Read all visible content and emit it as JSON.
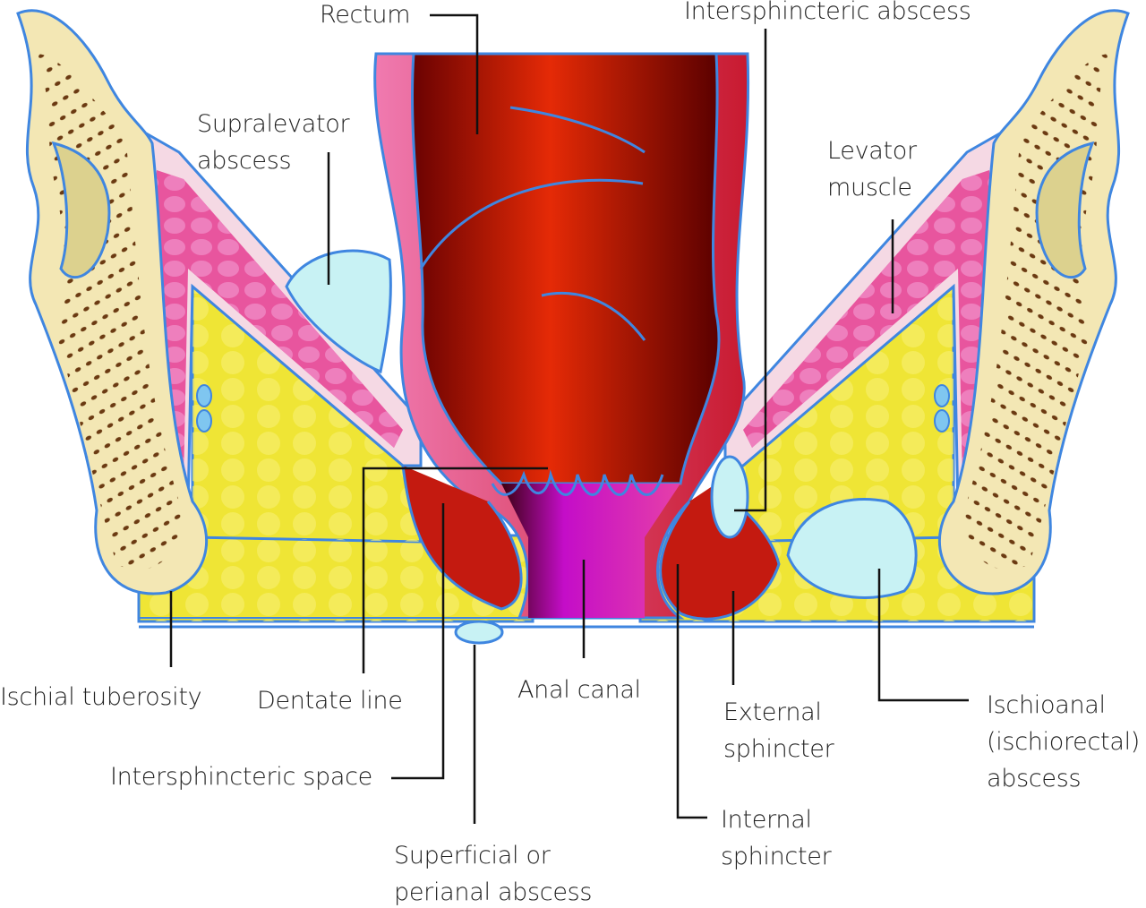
{
  "labels": {
    "rectum": "Rectum",
    "intersphincteric_abscess": "Intersphincteric abscess",
    "supralevator_abscess": [
      "Supralevator",
      "abscess"
    ],
    "levator_muscle": [
      "Levator",
      "muscle"
    ],
    "ischial_tuberosity": "Ischial tuberosity",
    "dentate_line": "Dentate line",
    "anal_canal": "Anal canal",
    "external_sphincter": [
      "External",
      "sphincter"
    ],
    "ischioanal_abscess": [
      "Ischioanal",
      "(ischiorectal)",
      "abscess"
    ],
    "intersphincteric_space": "Intersphincteric space",
    "perianal_abscess": [
      "Superficial or",
      "perianal abscess"
    ],
    "internal_sphincter": [
      "Internal",
      "sphincter"
    ]
  },
  "colors": {
    "bone": "#f3e7b4",
    "outline": "#3f86e0",
    "muscle": "#e8559e",
    "fat": "#efe535",
    "rectum": "#c81a08",
    "anal_canal": "#d61fd0",
    "abscess": "#c8f2f4"
  }
}
